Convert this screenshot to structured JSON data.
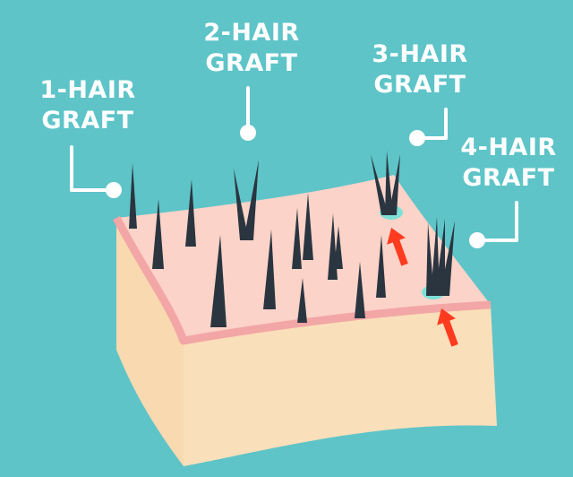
{
  "labels": [
    {
      "line1": "1-HAIR",
      "line2": "GRAFT"
    },
    {
      "line1": "2-HAIR",
      "line2": "GRAFT"
    },
    {
      "line1": "3-HAIR",
      "line2": "GRAFT"
    },
    {
      "line1": "4-HAIR",
      "line2": "GRAFT"
    }
  ],
  "colors": {
    "background": "#5ec4c8",
    "skin_top": "#fbd3c8",
    "skin_front": "#f9dfba",
    "skin_stripe": "#f3a6a6",
    "hair": "#2a3540",
    "graft_site": "#7fe0d8",
    "arrow": "#ff3b1f",
    "label": "#ffffff"
  },
  "icons": [
    "hair-strand-icon",
    "red-arrow-icon",
    "callout-dot-icon"
  ]
}
